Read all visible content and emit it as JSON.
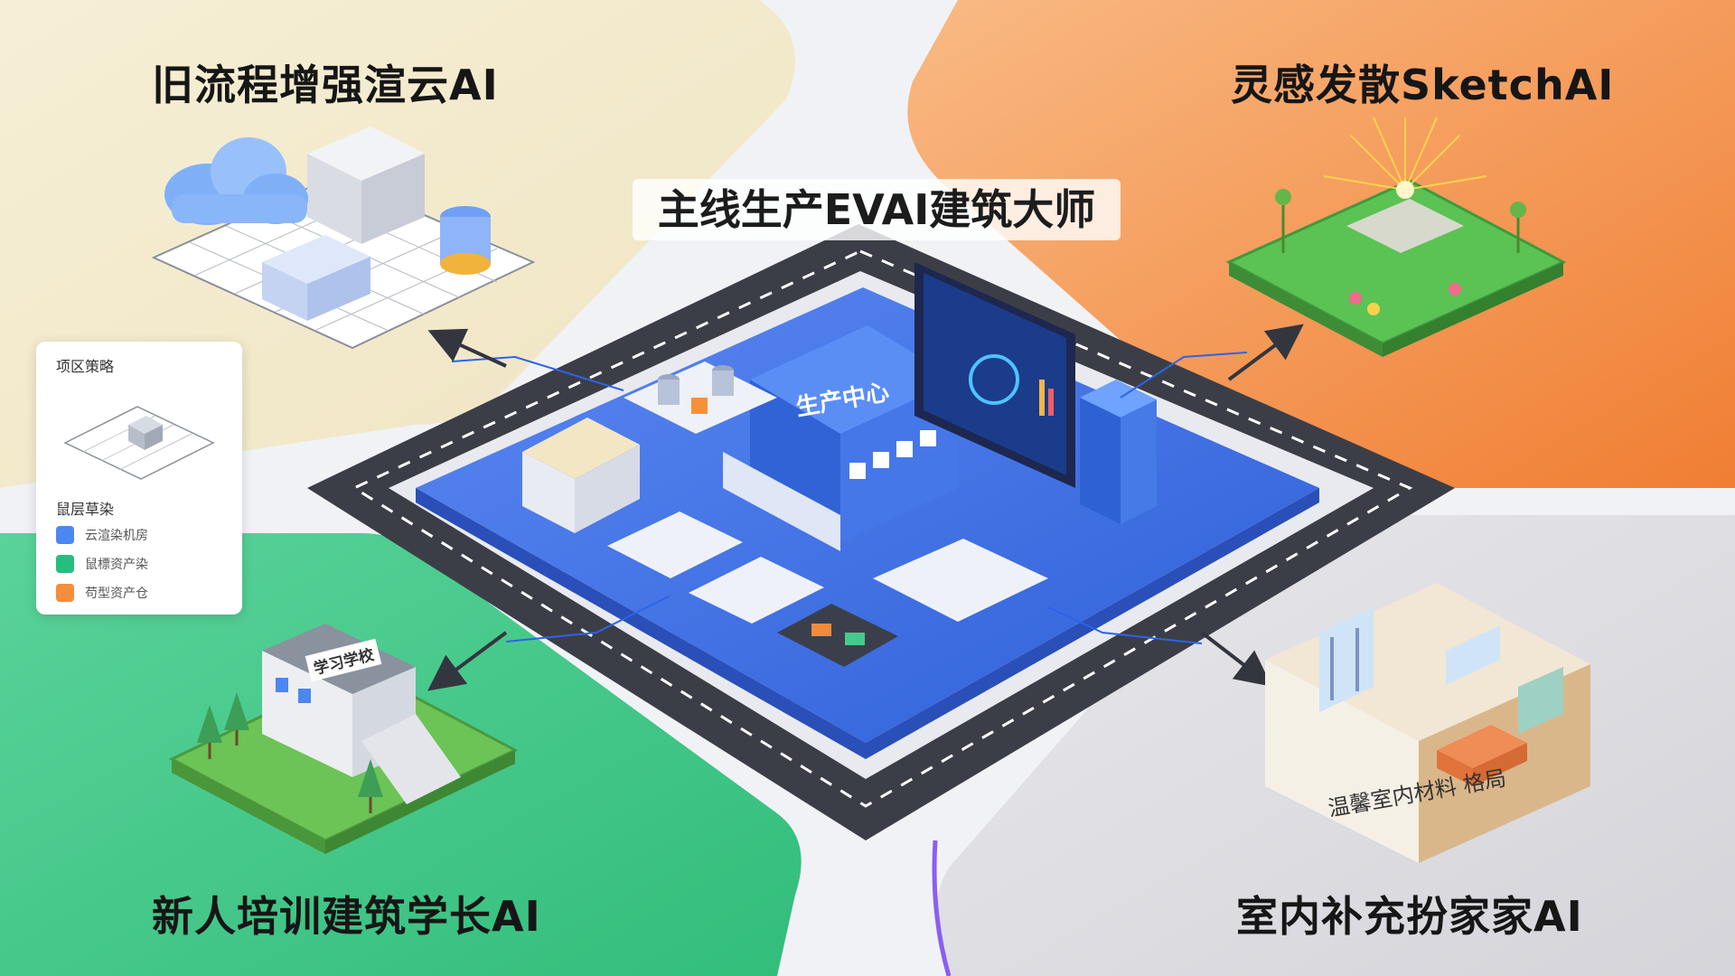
{
  "titles": {
    "center": "主线生产EVAI建筑大师",
    "top_left": "旧流程增强渲云AI",
    "top_right": "灵感发散SketchAI",
    "bottom_left": "新人培训建筑学长AI",
    "bottom_right": "室内补充扮家家AI"
  },
  "legend": {
    "title": "项区策略",
    "subtitle": "鼠层草染",
    "items": [
      {
        "label": "云渲染机房",
        "color": "#4c86f0"
      },
      {
        "label": "鼠標资产染",
        "color": "#25be7e"
      },
      {
        "label": "苟型资产仓",
        "color": "#f48d3c"
      }
    ]
  },
  "scene_labels": {
    "center_building": "生产中心",
    "school": "学习学校",
    "interior": "温馨室内材料 格局"
  },
  "colors": {
    "top_left_panel": "#f4ecd0",
    "top_right_panel": "#f58f46",
    "bottom_left_panel": "#4fcd92",
    "bottom_right_panel": "#dddde2",
    "center_platform": "#3e6fe4",
    "road": "#3c3e47"
  },
  "icons": [
    "cloud-icon",
    "database-icon",
    "monitor-icon",
    "server-icon",
    "sun-icon",
    "plant-icon",
    "tree-icon",
    "sofa-icon",
    "window-icon",
    "arrow-icon"
  ]
}
